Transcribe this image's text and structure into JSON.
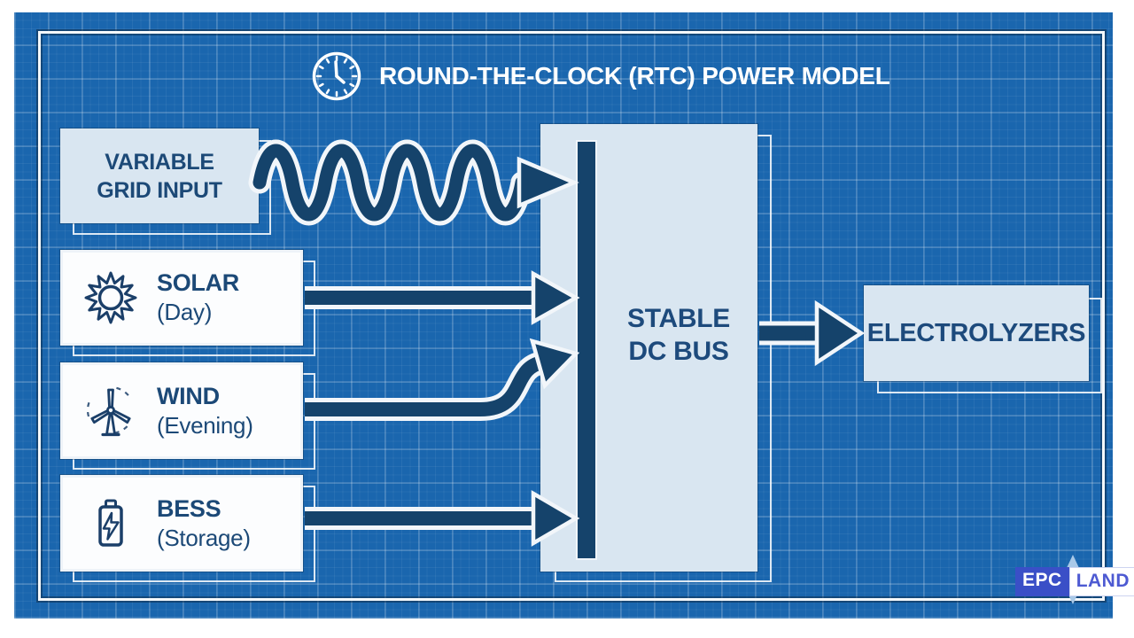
{
  "title": {
    "label": "ROUND-THE-CLOCK (RTC) POWER MODEL",
    "icon": "clock-icon"
  },
  "nodes": {
    "grid_input": {
      "line1": "VARIABLE",
      "line2": "GRID INPUT"
    },
    "solar": {
      "name": "SOLAR",
      "qualifier": "(Day)",
      "icon": "sun-icon"
    },
    "wind": {
      "name": "WIND",
      "qualifier": "(Evening)",
      "icon": "wind-turbine-icon"
    },
    "bess": {
      "name": "BESS",
      "qualifier": "(Storage)",
      "icon": "battery-bolt-icon"
    },
    "dc_bus": {
      "line1": "STABLE",
      "line2": "DC BUS"
    },
    "electrolyzers": {
      "name": "ELECTROLYZERS"
    }
  },
  "flows": [
    {
      "from": "grid_input",
      "to": "dc_bus",
      "style": "wavy-arrow"
    },
    {
      "from": "solar",
      "to": "dc_bus",
      "style": "straight-arrow"
    },
    {
      "from": "wind",
      "to": "dc_bus",
      "style": "curved-arrow"
    },
    {
      "from": "bess",
      "to": "dc_bus",
      "style": "straight-arrow"
    },
    {
      "from": "dc_bus",
      "to": "electrolyzers",
      "style": "straight-arrow"
    }
  ],
  "logo": {
    "part1": "EPC",
    "part2": "LAND"
  },
  "colors": {
    "blueprint_background": "#1a66ae",
    "grid_line": "#4a8fd0",
    "panel_fill": "#d9e6f1",
    "white_box_fill": "#fcfdfe",
    "arrow_navy": "#15436b",
    "text_navy": "#1c4977",
    "title_text": "#ffffff",
    "logo_blue": "#3a4fc7",
    "logo_land_text": "#4d5ad2"
  }
}
